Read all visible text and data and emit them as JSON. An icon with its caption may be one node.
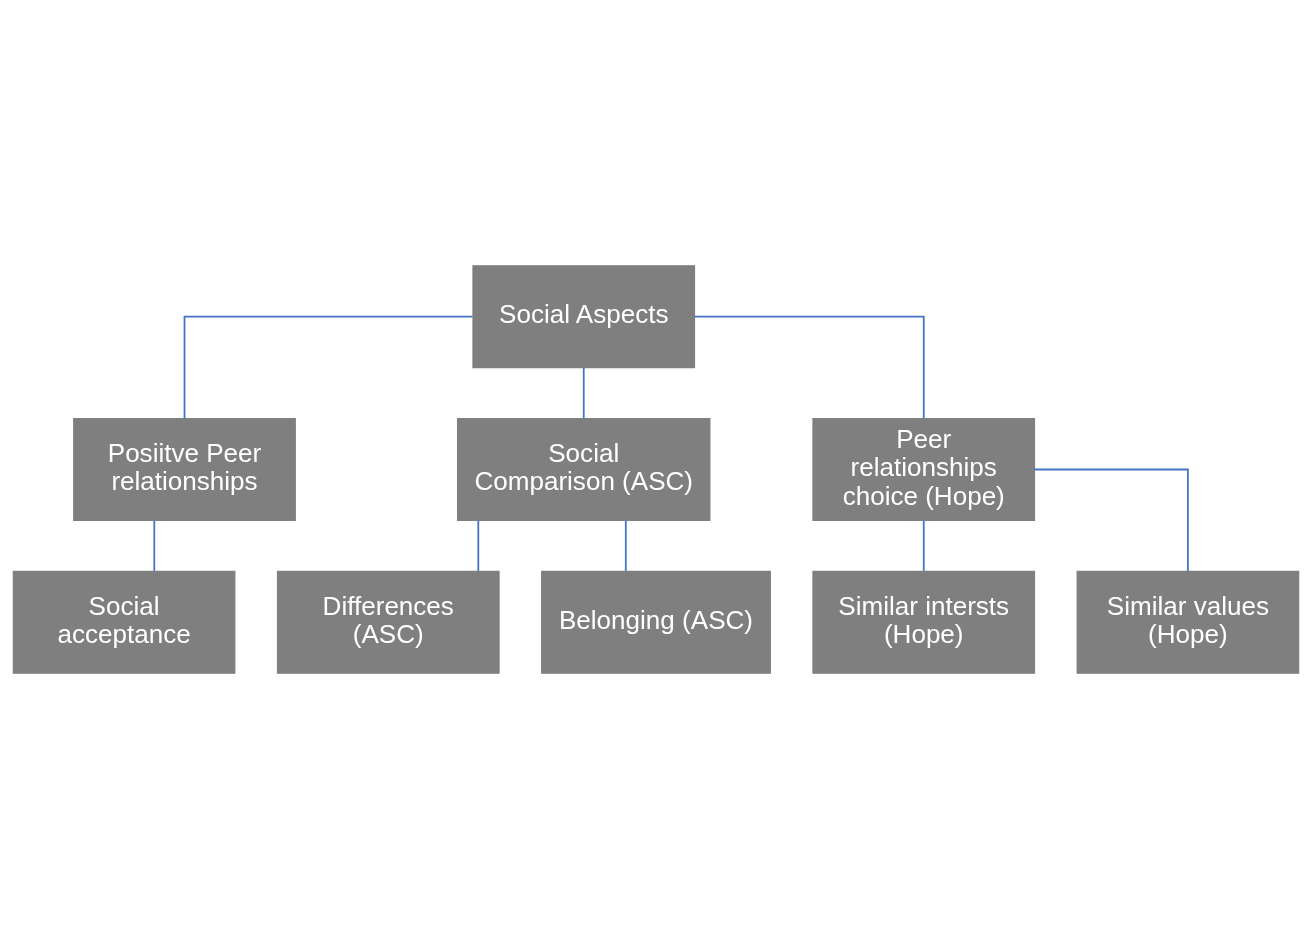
{
  "diagram": {
    "nodes": [
      {
        "text": [
          "Social Aspects"
        ]
      },
      {
        "text": [
          "Posiitve Peer relationships"
        ]
      },
      {
        "text": [
          "Social Comparison (ASC)"
        ]
      },
      {
        "text": [
          "Peer relationships choice (Hope)"
        ]
      },
      {
        "text": [
          "Social acceptance"
        ]
      },
      {
        "text": [
          "Differences (ASC)"
        ]
      },
      {
        "text": [
          "Belonging (ASC)"
        ]
      },
      {
        "text": [
          "Similar intersts (Hope)"
        ]
      },
      {
        "text": [
          "Similar values (Hope)"
        ]
      }
    ],
    "edges": [
      {
        "from": 0,
        "to": 1,
        "arrow": "none"
      },
      {
        "from": 0,
        "to": 2,
        "arrow": "none"
      },
      {
        "from": 0,
        "to": 3,
        "arrow": "none"
      },
      {
        "from": 1,
        "to": 4,
        "arrow": "none"
      },
      {
        "from": 2,
        "to": 5,
        "arrow": "none"
      },
      {
        "from": 2,
        "to": 6,
        "arrow": "none"
      },
      {
        "from": 3,
        "to": 7,
        "arrow": "none"
      },
      {
        "from": 3,
        "to": 8,
        "arrow": "none"
      }
    ]
  }
}
